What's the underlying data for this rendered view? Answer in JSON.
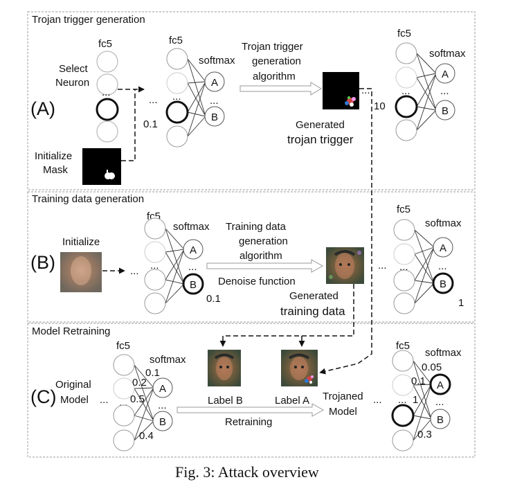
{
  "sections": {
    "a": {
      "title": "Trojan trigger generation",
      "marker": "(A)",
      "select_neuron": [
        "Select",
        "Neuron"
      ],
      "initialize_mask": [
        "Initialize",
        "Mask"
      ],
      "fc5": "fc5",
      "softmax": "softmax",
      "class_a": "A",
      "class_b": "B",
      "value_left": "0.1",
      "value_right": "10",
      "algorithm": [
        "Trojan trigger",
        "generation",
        "algorithm"
      ],
      "generated": [
        "Generated",
        "trojan trigger"
      ]
    },
    "b": {
      "title": "Training data generation",
      "marker": "(B)",
      "initialize": "Initialize",
      "fc5": "fc5",
      "softmax": "softmax",
      "class_a": "A",
      "class_b": "B",
      "value_left": "0.1",
      "value_right": "1",
      "algorithm": [
        "Training data",
        "generation",
        "algorithm"
      ],
      "denoise": "Denoise function",
      "generated": [
        "Generated",
        "training data"
      ]
    },
    "c": {
      "title": "Model Retraining",
      "marker": "(C)",
      "original_model": [
        "Original",
        "Model"
      ],
      "fc5": "fc5",
      "softmax": "softmax",
      "class_a": "A",
      "class_b": "B",
      "weights_left": [
        "0.1",
        "0.2",
        "0.5",
        "0.4"
      ],
      "weights_right": [
        "0.05",
        "0.1",
        "1",
        "0.3"
      ],
      "label_b": "Label B",
      "label_a": "Label A",
      "retraining": "Retraining",
      "trojaned_model": [
        "Trojaned",
        "Model"
      ]
    }
  },
  "ellipsis": "...",
  "caption": "Fig. 3: Attack overview"
}
